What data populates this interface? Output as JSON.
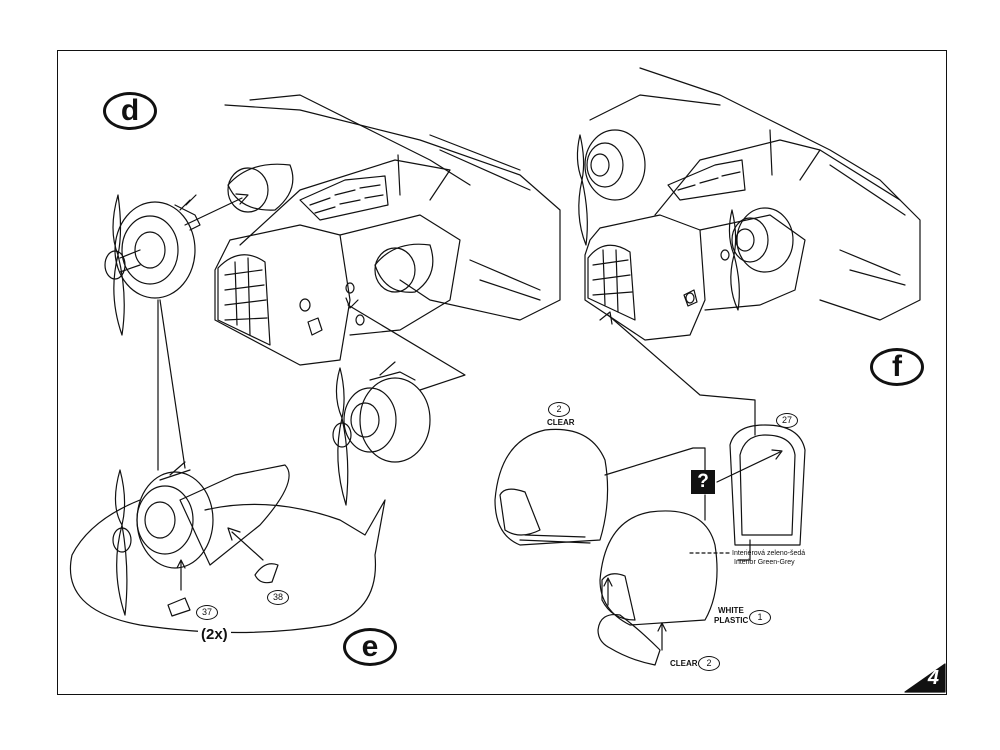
{
  "steps": {
    "d": "d",
    "e": "e",
    "f": "f"
  },
  "parts": {
    "p37": "37",
    "p38": "38",
    "p2a": "2",
    "p27": "27",
    "p1": "1",
    "p2b": "2"
  },
  "labels": {
    "clear_top": "CLEAR",
    "white_plastic_1": "WHITE",
    "white_plastic_2": "PLASTIC",
    "clear_bottom": "CLEAR",
    "interior_cz": "Interiérová zeleno-šedá",
    "interior_en": "Interior Green-Grey",
    "two_x": "(2x)",
    "question": "?"
  },
  "page_number": "4"
}
